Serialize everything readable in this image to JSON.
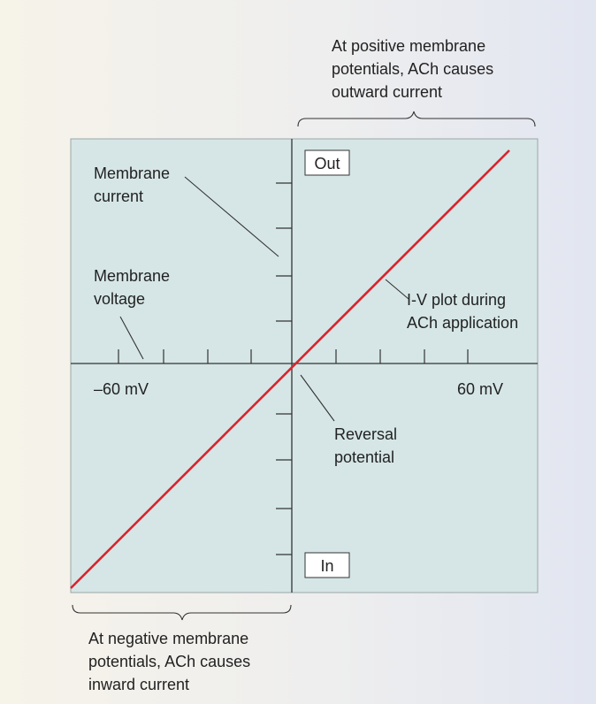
{
  "diagram": {
    "annotations": {
      "top_line1": "At positive membrane",
      "top_line2": "potentials, ACh causes",
      "top_line3": "outward current",
      "bottom_line1": "At negative membrane",
      "bottom_line2": "potentials, ACh causes",
      "bottom_line3": "inward current",
      "current_line1": "Membrane",
      "current_line2": "current",
      "voltage_line1": "Membrane",
      "voltage_line2": "voltage",
      "iv_line1": "I-V plot during",
      "iv_line2": "ACh application",
      "reversal_line1": "Reversal",
      "reversal_line2": "potential"
    },
    "boxes": {
      "out": "Out",
      "in": "In"
    },
    "axis_labels": {
      "neg": "–60 mV",
      "pos": "60 mV"
    },
    "colors": {
      "plot_background": "#d6e6e6",
      "iv_line": "#d9232e",
      "axes": "#333333"
    }
  }
}
